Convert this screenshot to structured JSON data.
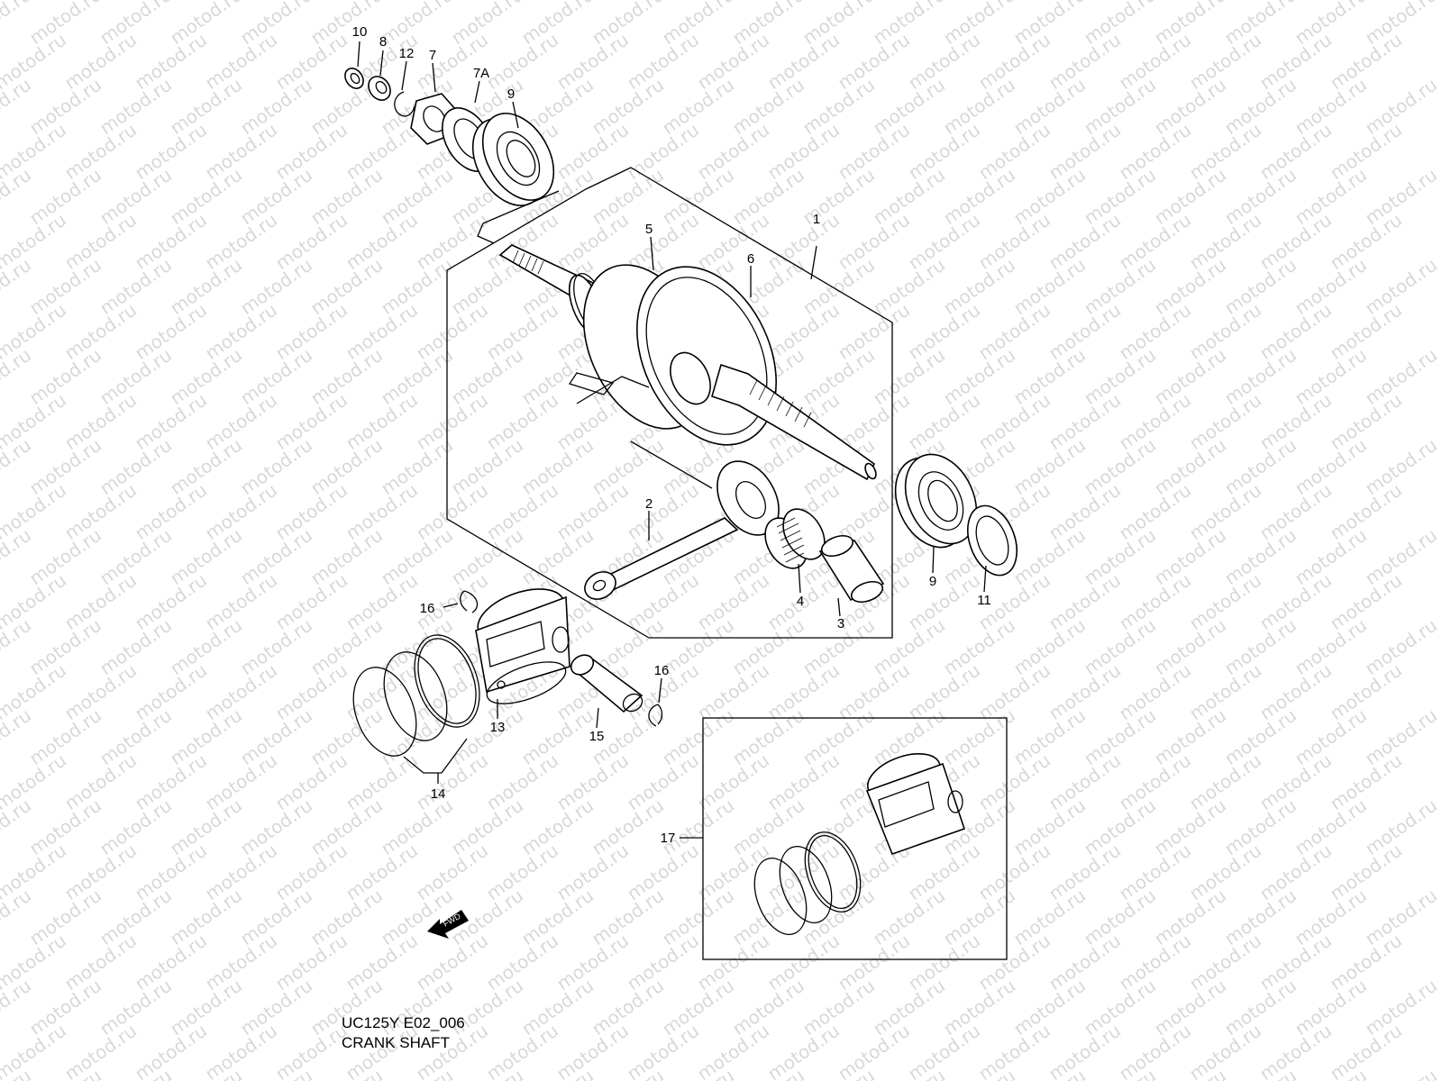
{
  "diagram": {
    "code": "UC125Y E02_006",
    "title": "CRANK SHAFT",
    "watermark": "motod.ru",
    "fwd_label": "FWD",
    "callouts": {
      "c10": "10",
      "c8": "8",
      "c12": "12",
      "c7": "7",
      "c7a": "7A",
      "c9_top": "9",
      "c1": "1",
      "c5": "5",
      "c6": "6",
      "c2": "2",
      "c4": "4",
      "c3": "3",
      "c9_right": "9",
      "c11": "11",
      "c16_left": "16",
      "c16_right": "16",
      "c13": "13",
      "c15": "15",
      "c14": "14",
      "c17": "17"
    }
  }
}
